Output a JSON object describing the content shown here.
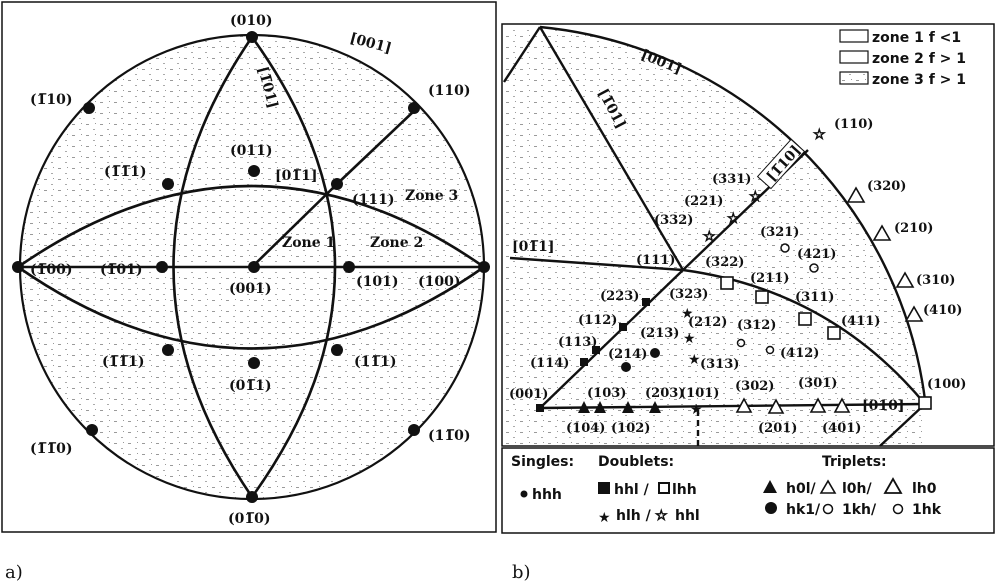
{
  "panel_a": {
    "caption": "a)",
    "poles": {
      "p010": "(010)",
      "p110": "(110)",
      "pm110": "(1̅10)",
      "pm1m11": "(1̅1̅1)",
      "p011": "(011)",
      "p0m11": "[01̅1]",
      "p111": "(111)",
      "pm100": "(1̅00)",
      "pm101": "(1̅01)",
      "p001": "(001)",
      "p101": "(101)",
      "p100": "(100)",
      "pm1m1_1": "(1̅1̅1)",
      "p0m11b": "(01̅1)",
      "p1m11": "(11̅1)",
      "pm1m10": "(1̅1̅0)",
      "p1m10": "(11̅0)",
      "p0m10": "(01̅0)"
    },
    "zones": {
      "z1": "Zone 1",
      "z2": "Zone 2",
      "z3": "Zone 3"
    },
    "directions": {
      "d001": "[001]",
      "dm101": "[1̅01]"
    }
  },
  "panel_b": {
    "caption": "b)",
    "legend_zones": [
      "zone 1 f  <1",
      "zone 2 f >  1",
      "zone 3 f > 1"
    ],
    "directions": {
      "d001": "[001]",
      "dm101": "[1̅01]",
      "dm110": "[1̅10]",
      "d0m11": "[01̅1]",
      "d010": "[010]"
    },
    "poles": {
      "p110": "(110)",
      "p320": "(320)",
      "p210": "(210)",
      "p310": "(310)",
      "p410": "(410)",
      "p100": "(100)",
      "p331": "(331)",
      "p221": "(221)",
      "p332": "(332)",
      "p321": "(321)",
      "p421": "(421)",
      "p111": "(111)",
      "p322": "(322)",
      "p211": "(211)",
      "p311": "(311)",
      "p411": "(411)",
      "p223": "(223)",
      "p112": "(112)",
      "p113": "(113)",
      "p114": "(114)",
      "p323": "(323)",
      "p212": "(212)",
      "p312": "(312)",
      "p213": "(213)",
      "p214": "(214)",
      "p313": "(313)",
      "p412": "(412)",
      "p001": "(001)",
      "p103": "(103)",
      "p203": "(203)",
      "p101": "(101)",
      "p302": "(302)",
      "p301": "(301)",
      "p104": "(104)",
      "p102": "(102)",
      "p201": "(201)",
      "p401": "(401)"
    },
    "key": {
      "singles_title": "Singles:",
      "singles_1": "hhh",
      "doublets_title": "Doublets:",
      "doublets_1": "hhl / ",
      "doublets_1b": "lhh",
      "doublets_2": "hlh / ",
      "doublets_2b": "hhl",
      "triplets_title": "Triplets:",
      "triplets_1a": "h0l/",
      "triplets_1b": "l0h/",
      "triplets_1c": "lh0",
      "triplets_2a": "hk1/",
      "triplets_2b": "1kh/",
      "triplets_2c": "1hk"
    }
  }
}
